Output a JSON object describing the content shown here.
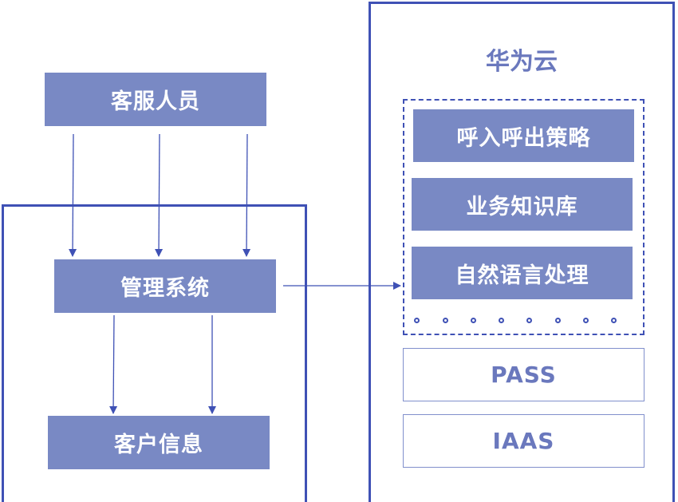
{
  "diagram": {
    "customer_service": "客服人员",
    "management_system": "管理系统",
    "customer_info": "客户信息",
    "cloud": {
      "title": "华为云",
      "services": [
        "呼入呼出策略",
        "业务知识库",
        "自然语言处理"
      ],
      "pass": "PASS",
      "iaas": "IAAS"
    }
  },
  "colors": {
    "box_fill": "#7989c4",
    "line": "#3f51b5",
    "text_accent": "#6a78bd"
  },
  "icons": [
    "ellipsis-dots-icon"
  ]
}
